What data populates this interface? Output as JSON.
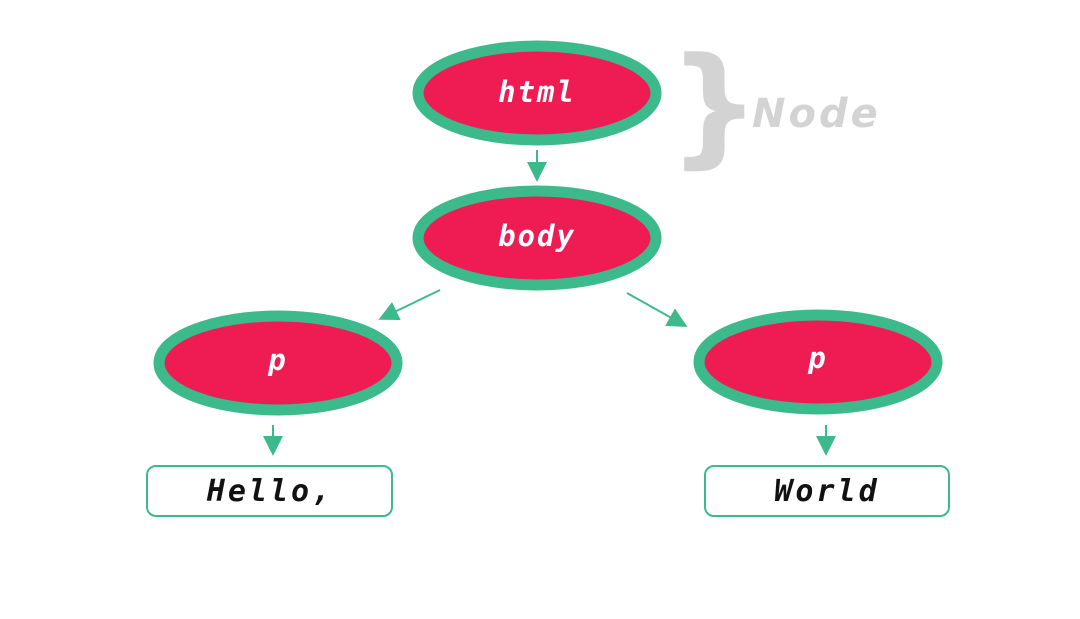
{
  "colors": {
    "node_fill": "#ee1c52",
    "node_border": "#3dba8c",
    "arrow": "#3dba8c",
    "text_box_border": "#3dba8c",
    "annotation": "#d3d3d3"
  },
  "nodes": {
    "html": "html",
    "body": "body",
    "p_left": "p",
    "p_right": "p"
  },
  "text_nodes": {
    "left": "Hello,",
    "right": "World"
  },
  "annotation": {
    "brace": "}",
    "label": "Node"
  }
}
